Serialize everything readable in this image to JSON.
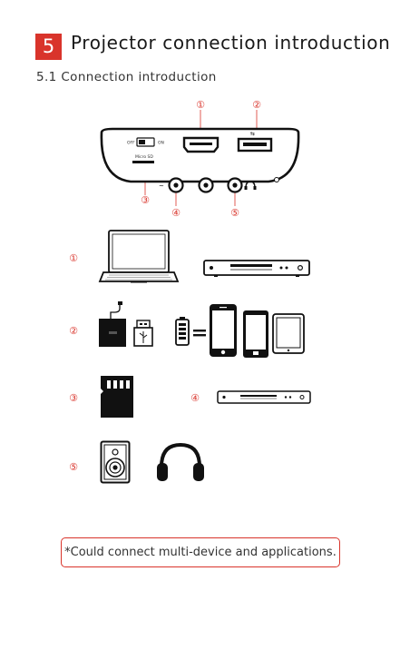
{
  "section": {
    "number": "5",
    "title": "Projector connection introduction"
  },
  "subsection": {
    "title": "5.1 Connection introduction"
  },
  "projector_panel": {
    "switch_off_label": "OFF",
    "switch_on_label": "ON",
    "card_slot_label": "Micro SD",
    "callouts": [
      "①",
      "②",
      "③",
      "④",
      "⑤"
    ]
  },
  "rows": [
    {
      "marker": "①",
      "devices": [
        "laptop-icon",
        "dvd-player-icon"
      ]
    },
    {
      "marker": "②",
      "devices": [
        "usb-flash-drive-icon",
        "usb-plug-icon",
        "battery-icon",
        "equals-icon",
        "smartphone-icon",
        "smartphone-icon",
        "tablet-icon"
      ]
    },
    {
      "marker": "③",
      "devices": [
        "micro-sd-card-icon"
      ]
    },
    {
      "marker": "④",
      "devices": [
        "dvd-player-icon"
      ]
    },
    {
      "marker": "⑤",
      "devices": [
        "speaker-icon",
        "headphones-icon"
      ]
    }
  ],
  "note": "*Could connect multi-device and applications.",
  "colors": {
    "accent": "#d9342b",
    "line": "#222222"
  }
}
